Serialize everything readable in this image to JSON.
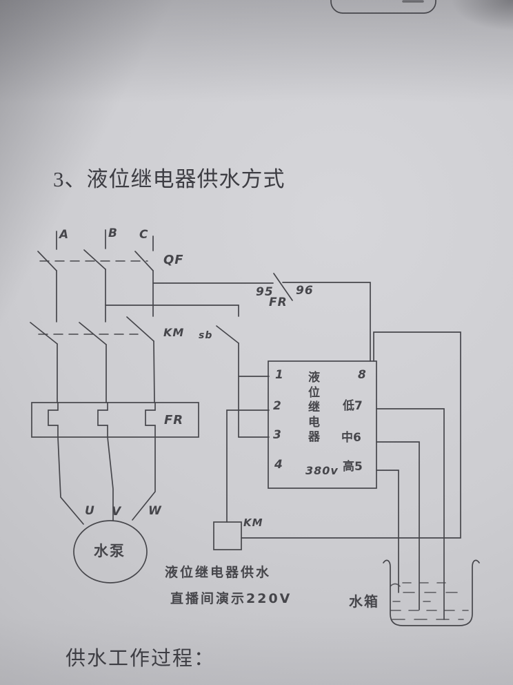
{
  "colors": {
    "ink": "#46464b",
    "paper": "#cdcdd1"
  },
  "page": {
    "title": "3、液位继电器供水方式",
    "footer": "供水工作过程："
  },
  "labels": {
    "phase_a": "A",
    "phase_b": "B",
    "phase_c": "C",
    "breaker": "QF",
    "fr_contact_95": "95",
    "fr_contact_96": "96",
    "fr_contact": "FR",
    "contactor": "KM",
    "pushbutton": "sb",
    "thermal_relay": "FR",
    "coil": "KM",
    "motor_u": "U",
    "motor_v": "V",
    "motor_w": "W",
    "motor_name": "水泵",
    "caption_line1": "液位继电器供水",
    "caption_line2": "直播间演示220V",
    "tank": "水箱"
  },
  "relay": {
    "name_chars": [
      "液",
      "位",
      "继",
      "电",
      "器"
    ],
    "left_terminals": [
      "1",
      "2",
      "3",
      "4"
    ],
    "right_terminals": [
      "8",
      "低7",
      "中6",
      "高5"
    ],
    "voltage": "380v"
  }
}
